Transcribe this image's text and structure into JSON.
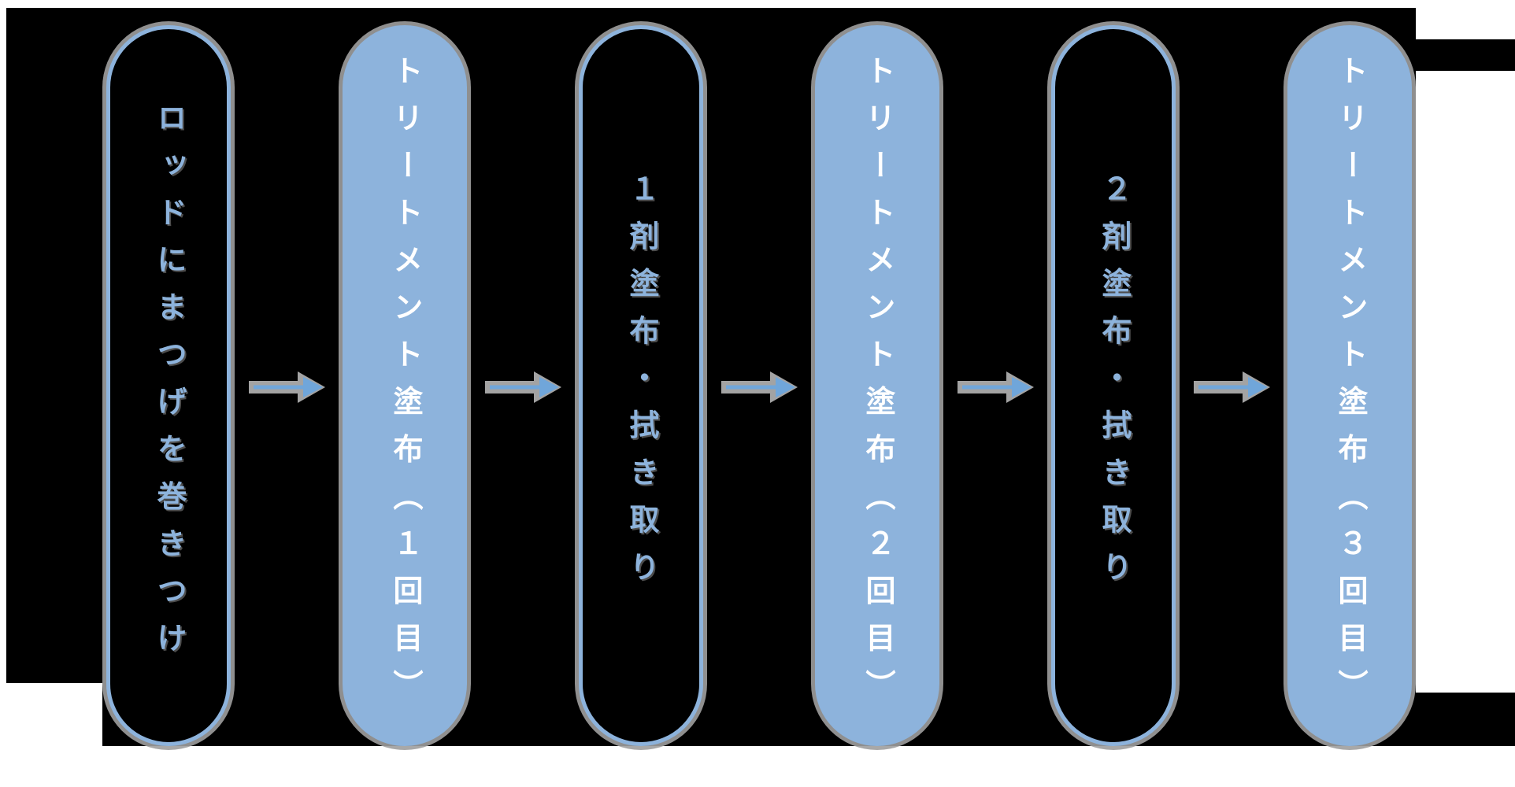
{
  "diagram": {
    "title": "lash-perm-process-flow",
    "orientation": "left-to-right",
    "colors": {
      "backdrop": "#000000",
      "page_background": "#ffffff",
      "accent_blue": "#8DB3DC",
      "arrow_blue": "#70A6DA",
      "shadow_gray": "#A3A3A3",
      "text_on_filled": "#ffffff"
    },
    "flow": {
      "steps": [
        {
          "label": "ロッドにまつげを巻きつけ",
          "variant": "outlined"
        },
        {
          "label": "トリートメント塗布（１回目）",
          "variant": "filled"
        },
        {
          "label": "１剤塗布・拭き取り",
          "variant": "outlined"
        },
        {
          "label": "トリートメント塗布（２回目）",
          "variant": "filled"
        },
        {
          "label": "２剤塗布・拭き取り",
          "variant": "outlined"
        },
        {
          "label": "トリートメント塗布（３回目）",
          "variant": "filled"
        }
      ],
      "arrow_count": 5,
      "arrow_glyph": "→"
    }
  }
}
